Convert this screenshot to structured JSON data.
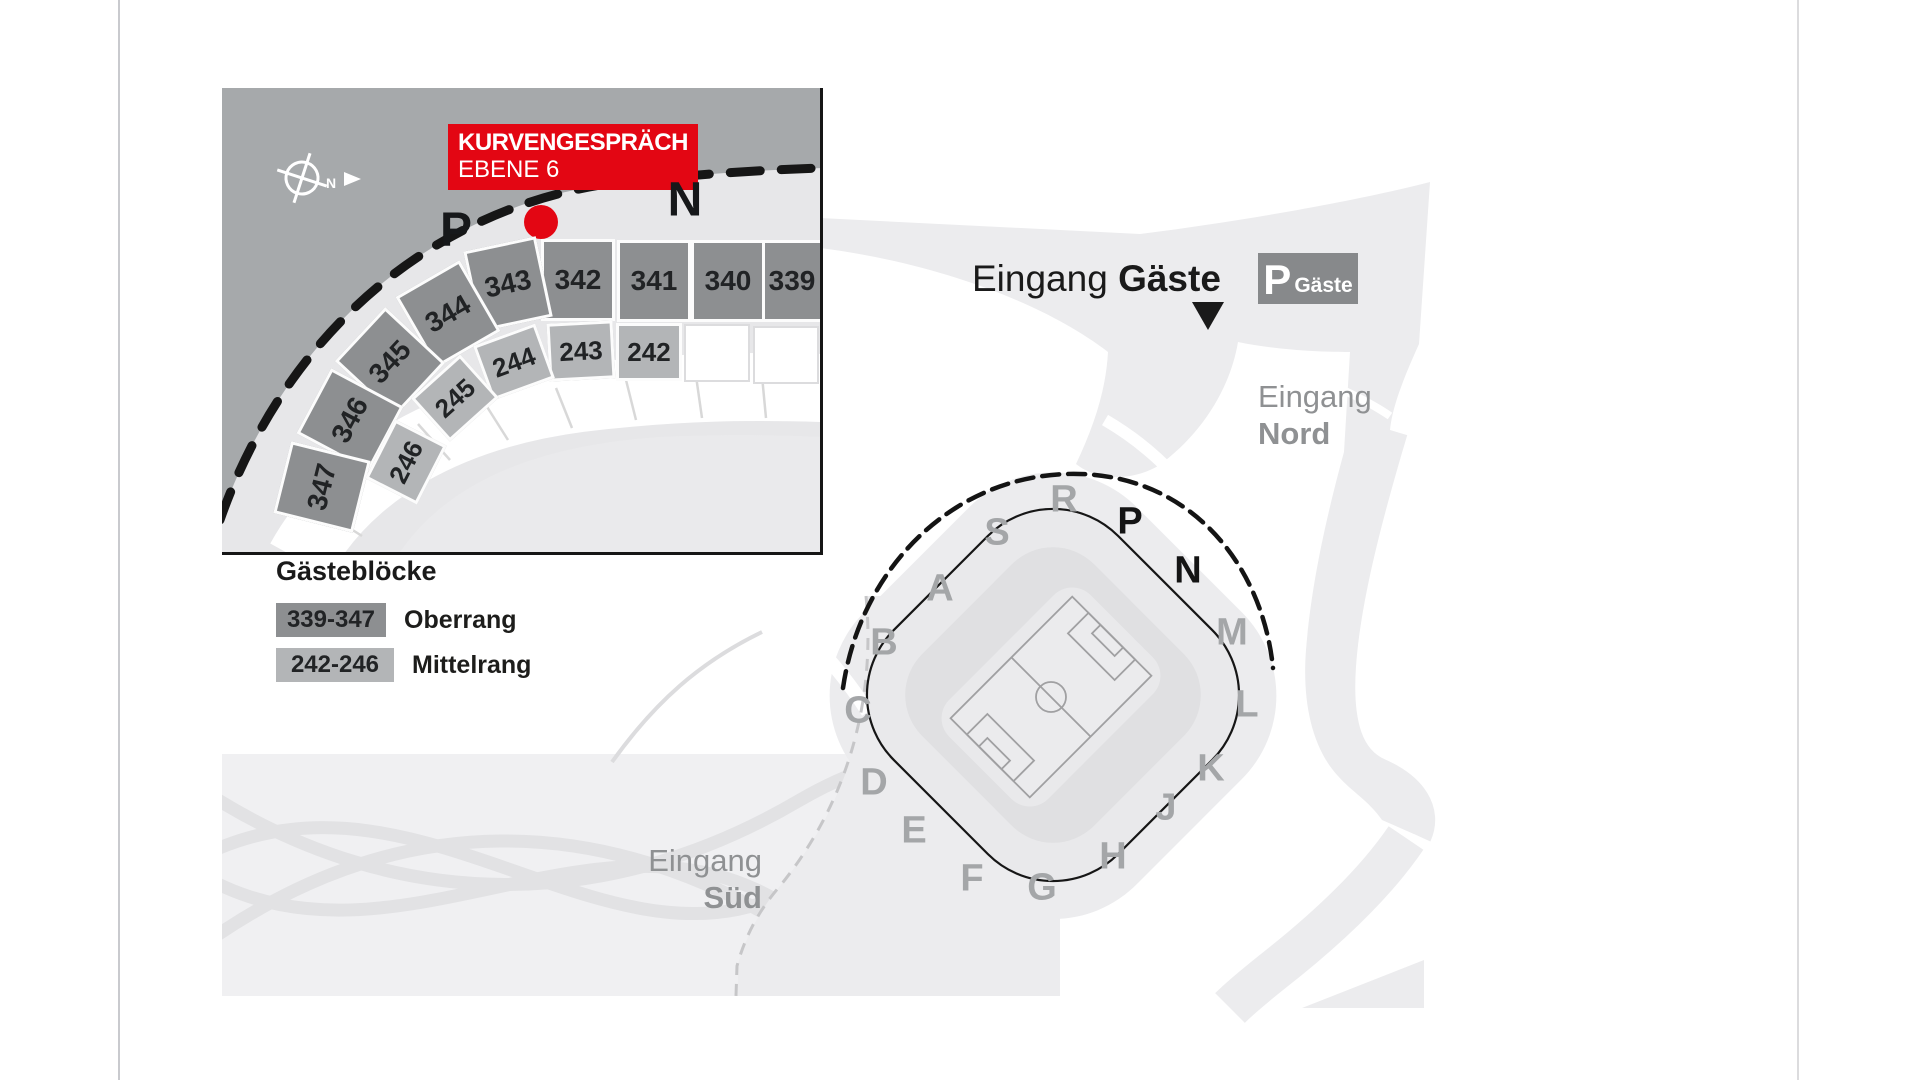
{
  "inset": {
    "badge": {
      "line1": "KURVENGESPRÄCH",
      "line2": "EBENE 6"
    },
    "compass": {
      "label": "N"
    },
    "p_label": "P",
    "n_label": "N",
    "oberrang_blocks": [
      {
        "label": "339"
      },
      {
        "label": "340"
      },
      {
        "label": "341"
      },
      {
        "label": "342"
      },
      {
        "label": "343"
      },
      {
        "label": "344"
      },
      {
        "label": "345"
      },
      {
        "label": "346"
      },
      {
        "label": "347"
      }
    ],
    "mittelrang_blocks": [
      {
        "label": "242"
      },
      {
        "label": "243"
      },
      {
        "label": "244"
      },
      {
        "label": "245"
      },
      {
        "label": "246"
      }
    ]
  },
  "legend": {
    "title": "Gästeblöcke",
    "items": [
      {
        "range": "339-347",
        "name": "Oberrang"
      },
      {
        "range": "242-246",
        "name": "Mittelrang"
      }
    ]
  },
  "entrances": {
    "guests": {
      "prefix": "Eingang",
      "name": "Gäste"
    },
    "north": {
      "prefix": "Eingang",
      "name": "Nord"
    },
    "south": {
      "prefix": "Eingang",
      "name": "Süd"
    }
  },
  "parking": {
    "symbol": "P",
    "label": "Gäste"
  },
  "stadium": {
    "sections": [
      {
        "label": "R"
      },
      {
        "label": "S"
      },
      {
        "label": "A"
      },
      {
        "label": "B"
      },
      {
        "label": "C"
      },
      {
        "label": "D"
      },
      {
        "label": "E"
      },
      {
        "label": "F"
      },
      {
        "label": "G"
      },
      {
        "label": "H"
      },
      {
        "label": "J"
      },
      {
        "label": "K"
      },
      {
        "label": "L"
      },
      {
        "label": "M"
      },
      {
        "label": "N"
      },
      {
        "label": "P"
      }
    ]
  },
  "colors": {
    "accent_red": "#e30613",
    "oberrang_gray": "#8d8f91",
    "mittelrang_gray": "#b3b5b7",
    "inset_background": "#a6a9ab",
    "road_gray": "#ececee",
    "dark_text": "#1a1a1a",
    "muted_text": "#8f9193"
  }
}
